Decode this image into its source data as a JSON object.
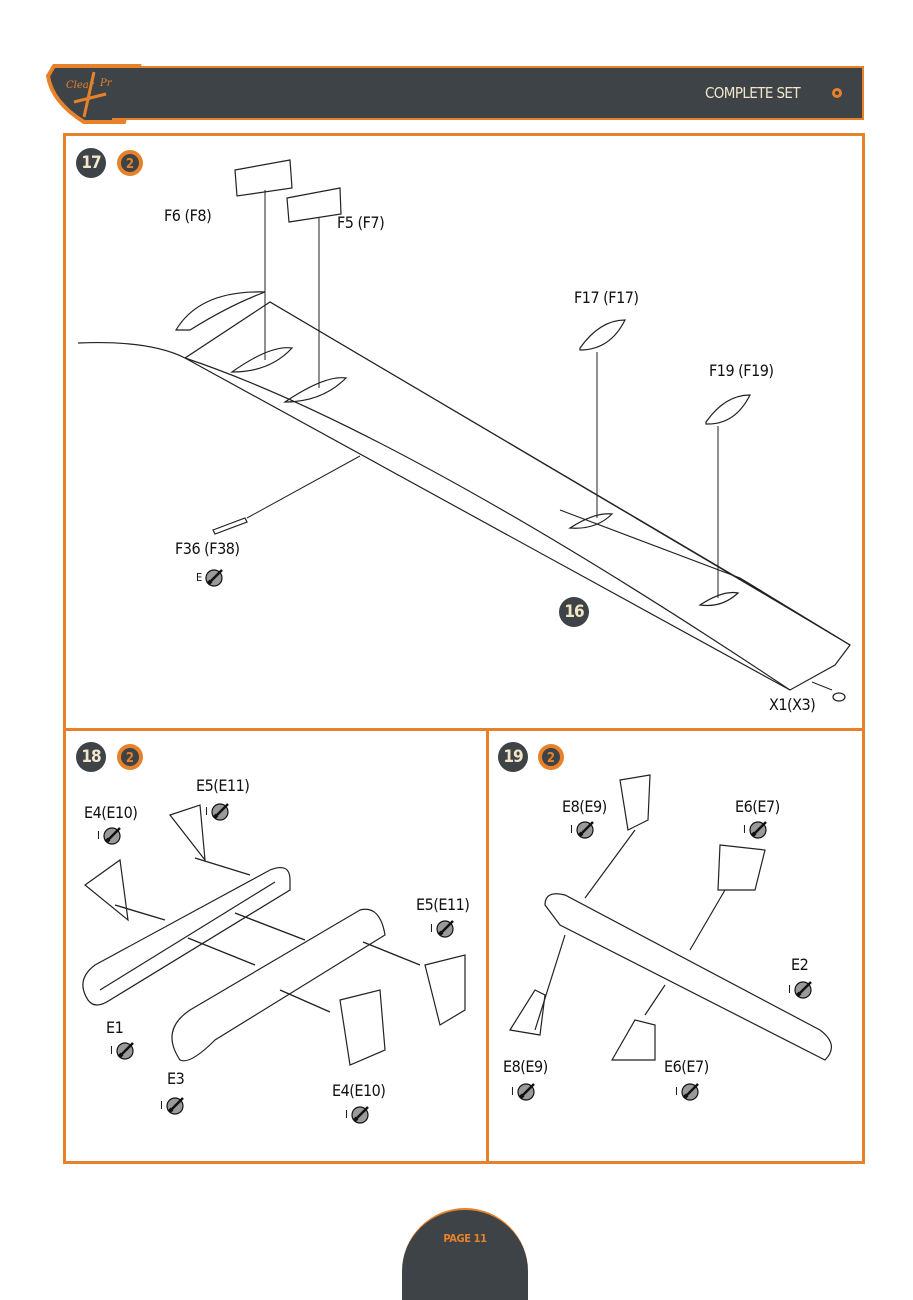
{
  "header": {
    "title": "COMPLETE SET",
    "logo_text": "Clear Prop!"
  },
  "colors": {
    "accent": "#e8822a",
    "dark": "#3d4347",
    "cream": "#f2e6c9"
  },
  "footer": {
    "page": "PAGE 11"
  },
  "steps": [
    {
      "number": "17",
      "repeat_icon": "repeat-2x-icon",
      "ref_step": "16",
      "labels": [
        "F6 (F8)",
        "F5 (F7)",
        "F17 (F17)",
        "F19 (F19)",
        "F36 (F38)",
        "X1(X3)"
      ],
      "glue": [
        {
          "letter": "E",
          "icon": "glue-brush-icon"
        }
      ]
    },
    {
      "number": "18",
      "repeat_icon": "repeat-2x-icon",
      "labels": [
        "E5(E11)",
        "E4(E10)",
        "E5(E11)",
        "E1",
        "E3",
        "E4(E10)"
      ],
      "glue": [
        {
          "letter": "I",
          "icon": "glue-brush-icon"
        }
      ]
    },
    {
      "number": "19",
      "repeat_icon": "repeat-2x-icon",
      "labels": [
        "E8(E9)",
        "E6(E7)",
        "E2",
        "E8(E9)",
        "E6(E7)"
      ],
      "glue": [
        {
          "letter": "I",
          "icon": "glue-brush-icon"
        }
      ]
    }
  ]
}
